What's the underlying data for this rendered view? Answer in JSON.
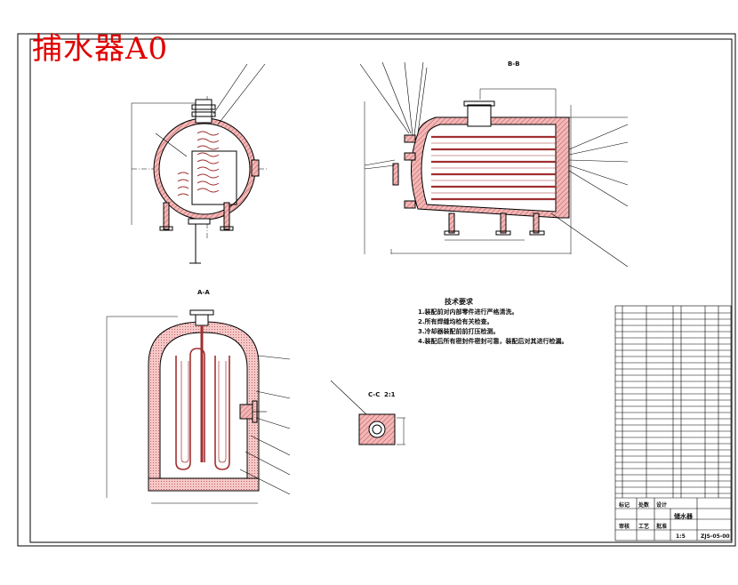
{
  "drawing": {
    "stamp_title": "捕水器A0",
    "section_labels": {
      "top_side": "B-B",
      "vertical": "A-A",
      "detail_left": "C-C",
      "detail_right": "2:1"
    },
    "tech_requirements": {
      "title": "技术要求",
      "items": [
        "1.装配前对内部零件进行严格清洗。",
        "2.所有焊缝均检有关检查。",
        "3.冷却器装配前前打压检测。",
        "4.装配后所有密封件密封可靠，装配后对其进行检漏。"
      ]
    },
    "title_block": {
      "assembly_name": "储水器",
      "drawing_code": "ZJS-05-00",
      "scale": "1:5",
      "labels": [
        "标记",
        "处数",
        "设计",
        "审核",
        "工艺",
        "批准"
      ]
    }
  }
}
